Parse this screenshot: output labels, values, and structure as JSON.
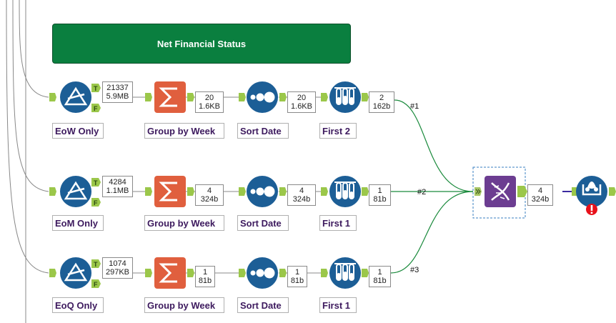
{
  "banner": {
    "title": "Net Financial Status"
  },
  "rows": [
    {
      "filter": {
        "label": "EoW Only",
        "count": "21337",
        "size": "5.9MB"
      },
      "summarize": {
        "label": "Group by Week",
        "count": "20",
        "size": "1.6KB"
      },
      "sort": {
        "label": "Sort Date",
        "count": "20",
        "size": "1.6KB"
      },
      "sample": {
        "label": "First 2",
        "count": "2",
        "size": "162b"
      },
      "connection": "#1"
    },
    {
      "filter": {
        "label": "EoM Only",
        "count": "4284",
        "size": "1.1MB"
      },
      "summarize": {
        "label": "Group by Week",
        "count": "4",
        "size": "324b"
      },
      "sort": {
        "label": "Sort Date",
        "count": "4",
        "size": "324b"
      },
      "sample": {
        "label": "First 1",
        "count": "1",
        "size": "81b"
      },
      "connection": "#2"
    },
    {
      "filter": {
        "label": "EoQ Only",
        "count": "1074",
        "size": "297KB"
      },
      "summarize": {
        "label": "Group by Week",
        "count": "1",
        "size": "81b"
      },
      "sort": {
        "label": "Sort Date",
        "count": "1",
        "size": "81b"
      },
      "sample": {
        "label": "First 1",
        "count": "1",
        "size": "81b"
      },
      "connection": "#3"
    }
  ],
  "union": {
    "count": "4",
    "size": "324b"
  },
  "anchors": {
    "true": "T",
    "false": "F"
  },
  "icons": {
    "filter": "filter-icon",
    "summarize": "summarize-sigma-icon",
    "sort": "sort-dots-icon",
    "sample": "sample-test-tubes-icon",
    "union": "union-dna-icon",
    "output": "output-icon",
    "error": "error-icon"
  },
  "colors": {
    "tool_blue": "#1c5e96",
    "summarize_orange": "#e05f3e",
    "union_purple": "#6c3d91",
    "banner_green": "#0a7f3f",
    "anchor_green": "#9bc74a",
    "label_text": "#3d1a5e",
    "connection_green": "#1a8a3c",
    "error_red": "#e8101a"
  }
}
